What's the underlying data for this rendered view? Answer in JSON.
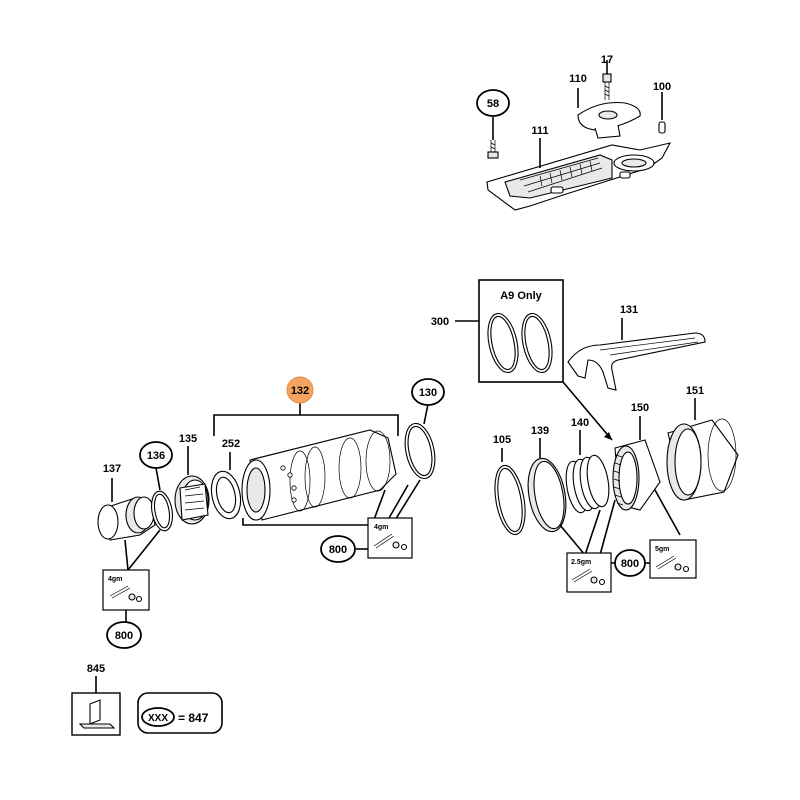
{
  "diagram": {
    "labels": {
      "p17": "17",
      "p58": "58",
      "p100": "100",
      "p110": "110",
      "p111": "111",
      "p300": "300",
      "a9_only": "A9 Only",
      "p131": "131",
      "p132": "132",
      "p130": "130",
      "p135": "135",
      "p136": "136",
      "p137": "137",
      "p252": "252",
      "p105": "105",
      "p139": "139",
      "p140": "140",
      "p150": "150",
      "p151": "151",
      "p800_left": "800",
      "p800_mid": "800",
      "p800_right": "800",
      "p845": "845"
    },
    "grease": {
      "left": "4gm",
      "mid": "4gm",
      "right_a": "2.5gm",
      "right_b": "5gm"
    },
    "legend": {
      "placeholder": "XXX",
      "equals": "= 847"
    },
    "colors": {
      "highlight": "#f4a460",
      "ink": "#000000"
    }
  }
}
